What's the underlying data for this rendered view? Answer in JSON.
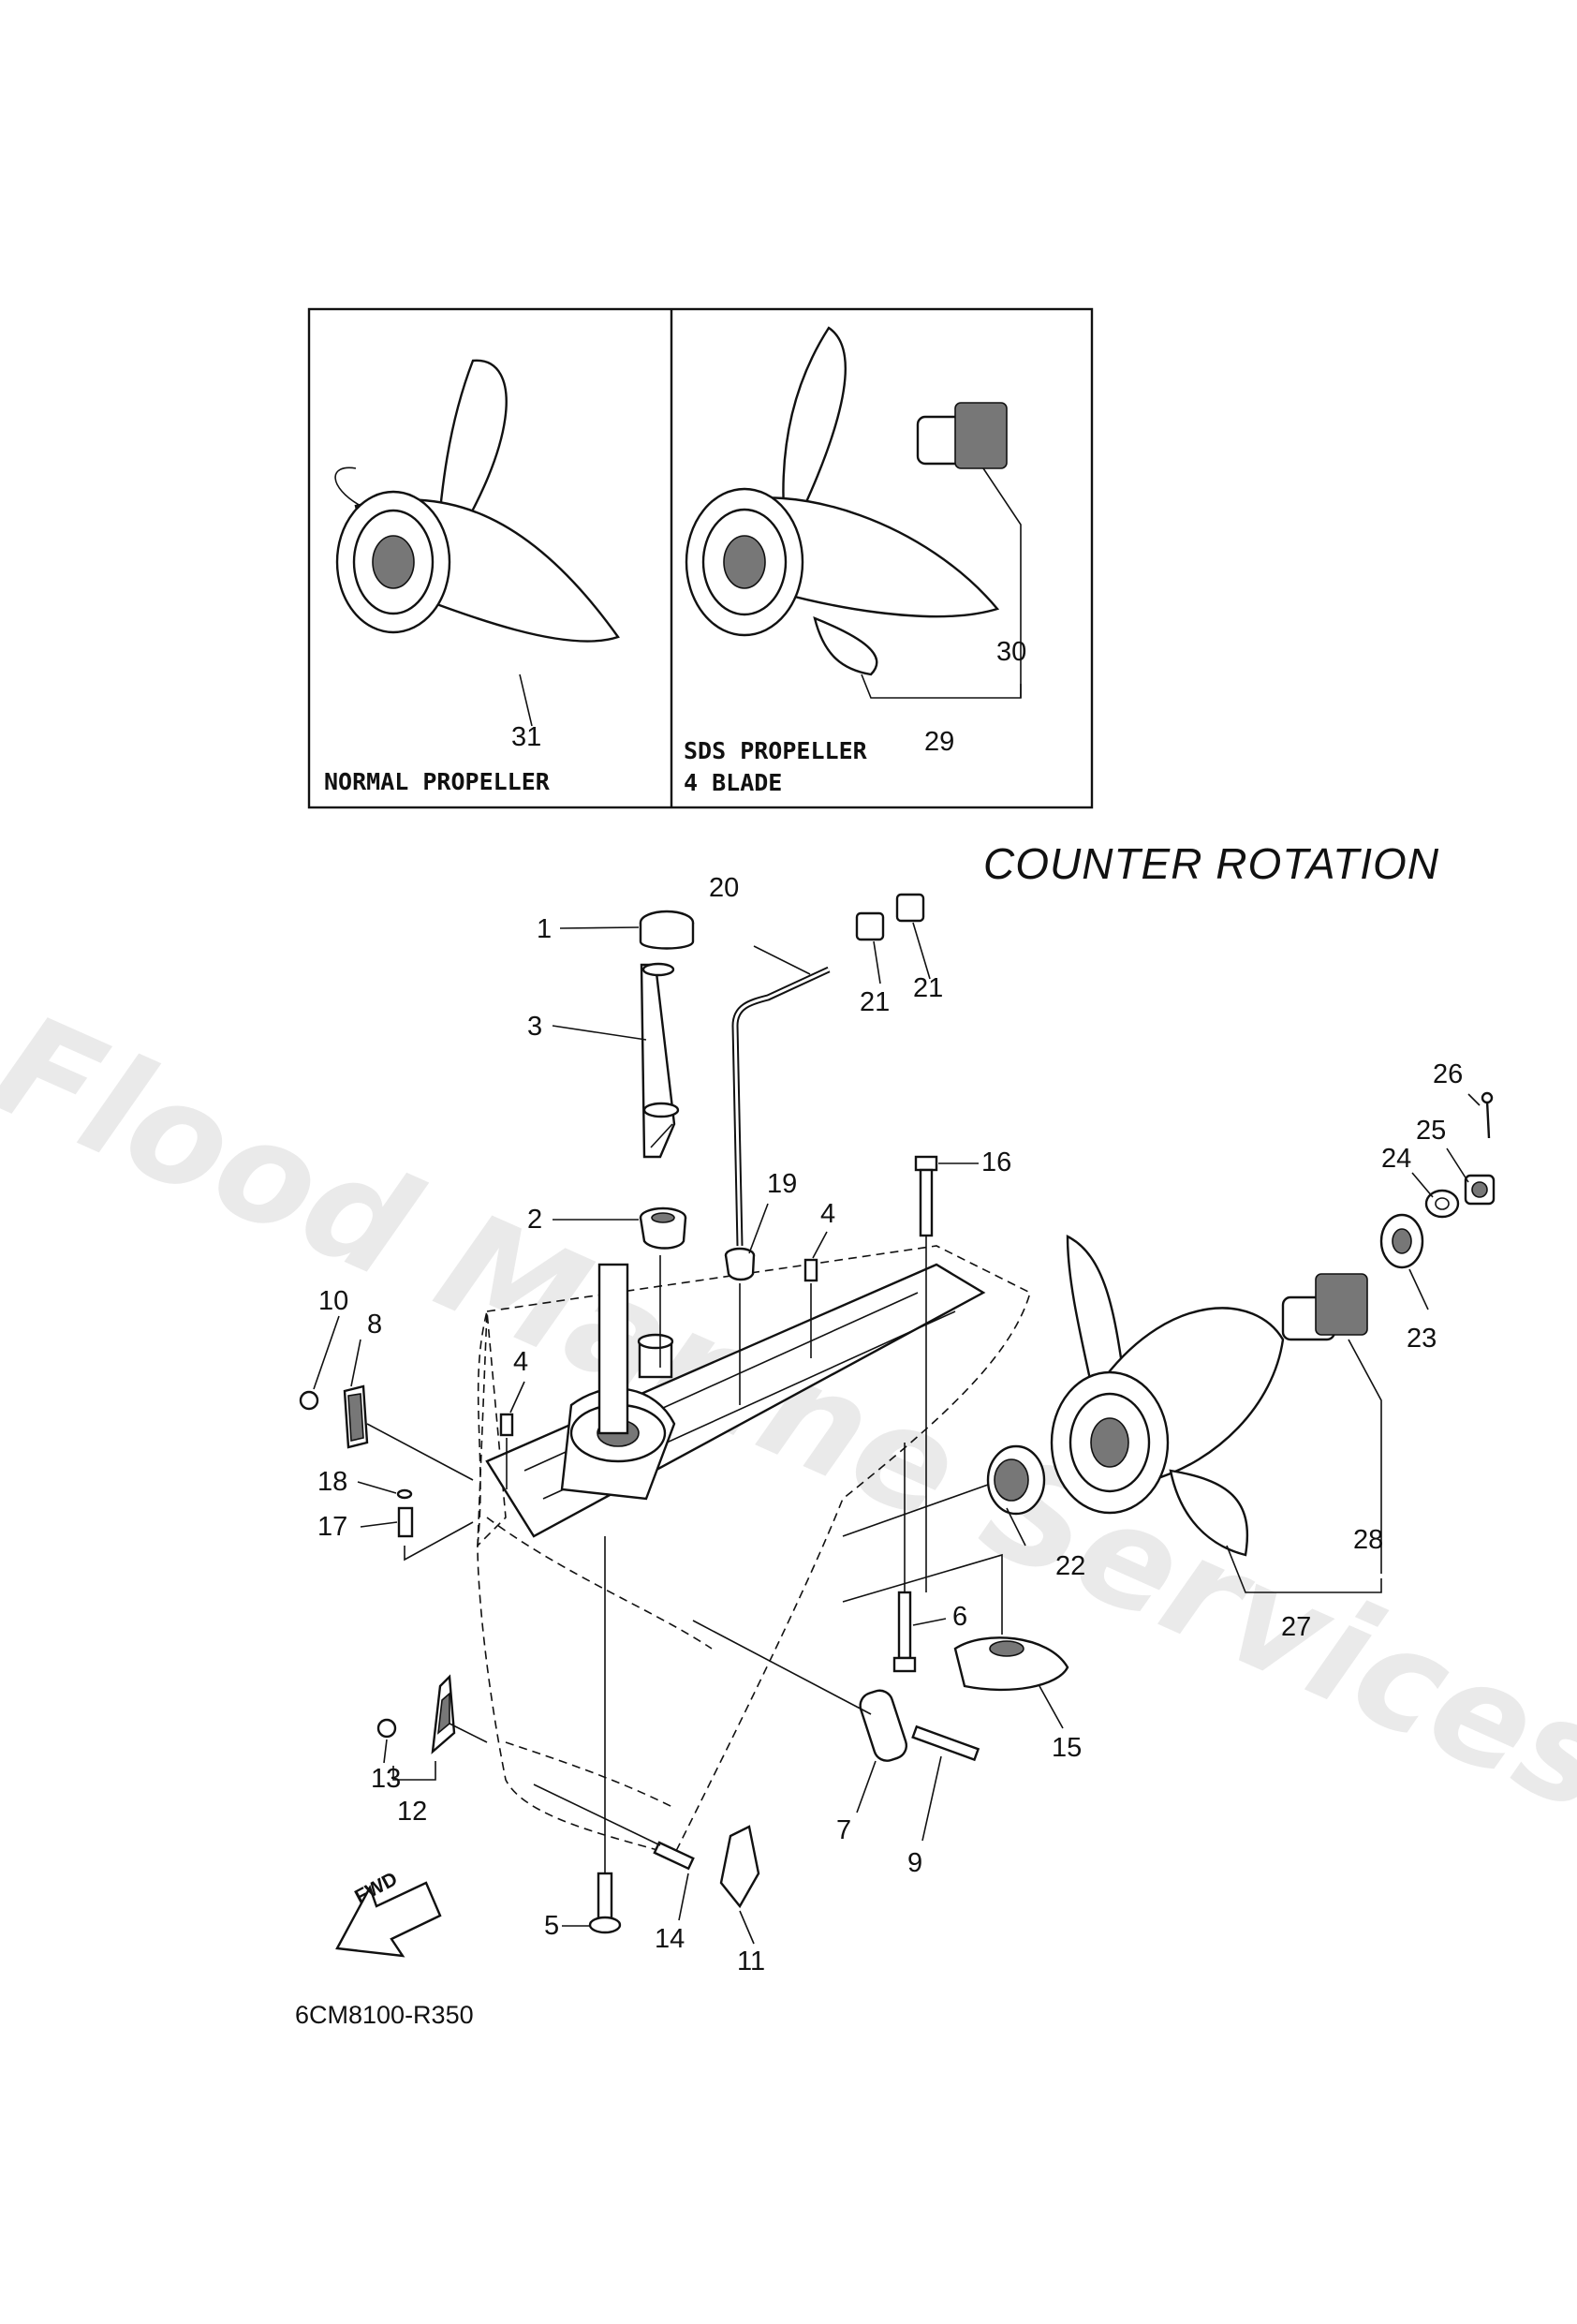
{
  "header": {
    "title": "COUNTER ROTATION"
  },
  "inset": {
    "left_label": "NORMAL PROPELLER",
    "right_label": "SDS PROPELLER\n4 BLADE"
  },
  "callouts": [
    "1",
    "2",
    "3",
    "4",
    "4",
    "5",
    "6",
    "7",
    "8",
    "9",
    "10",
    "11",
    "12",
    "13",
    "14",
    "15",
    "16",
    "17",
    "18",
    "19",
    "20",
    "21",
    "21",
    "22",
    "23",
    "24",
    "25",
    "26",
    "27",
    "28",
    "29",
    "30",
    "31"
  ],
  "footer": {
    "diagram_code": "6CM8100-R350",
    "fwd_arrow_label": "FWD"
  },
  "watermark": "Flood Marine Services",
  "colors": {
    "line": "#111111",
    "background": "#ffffff",
    "watermark": "#c8c8c8"
  }
}
